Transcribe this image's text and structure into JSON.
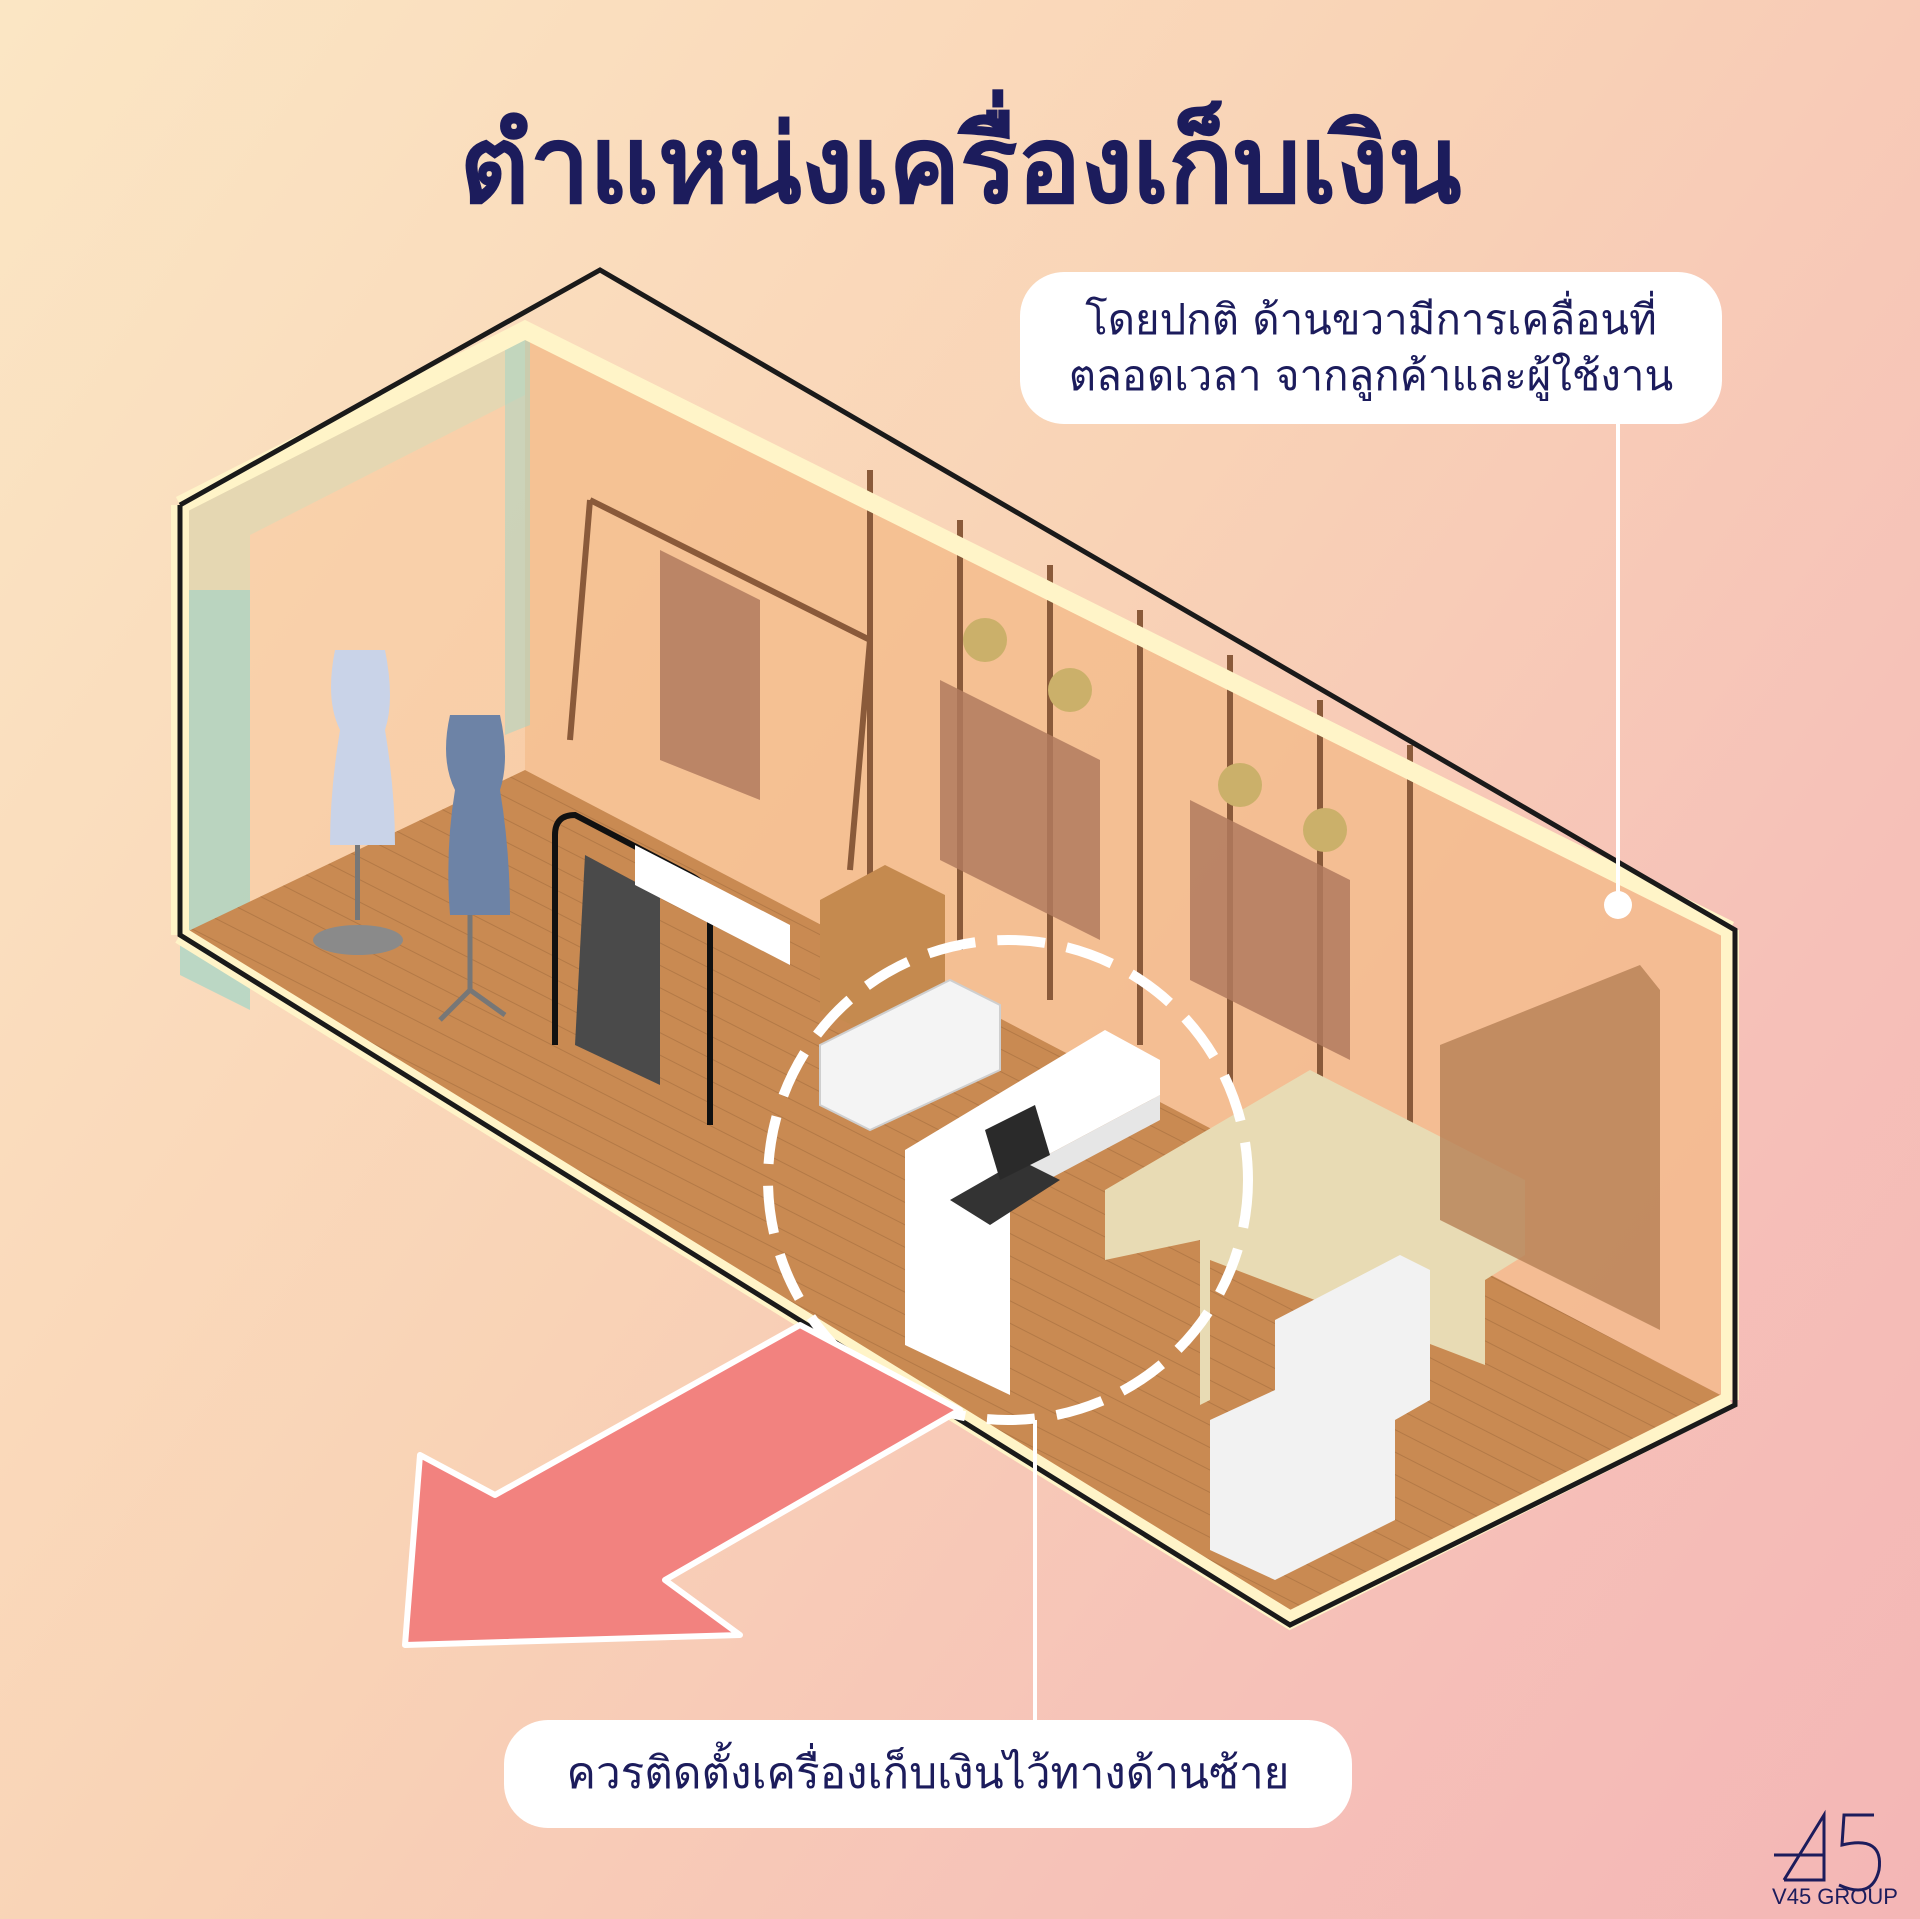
{
  "title": "ตำแหน่งเครื่องเก็บเงิน",
  "callout_top": {
    "line1": "โดยปกติ ด้านขวามีการเคลื่อนที่",
    "line2": "ตลอดเวลา จากลูกค้าและผู้ใช้งาน"
  },
  "callout_bottom": "ควรติดตั้งเครื่องเก็บเงินไว้ทางด้านซ้าย",
  "logo": {
    "text": "V45 GROUP",
    "mark": "45"
  },
  "colors": {
    "title": "#1c1c5c",
    "arrow": "#f2827f",
    "floor": "#c98a52",
    "frame": "#fff4c8",
    "outline": "#1a1a1a"
  }
}
